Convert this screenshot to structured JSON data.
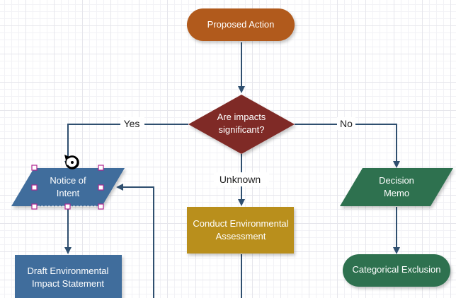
{
  "colors": {
    "start_end_brown": "#b15a1b",
    "decision_red": "#7f2b27",
    "process_blue": "#3f6d9c",
    "process_gold": "#b98f1c",
    "decision_green": "#2e7150",
    "connector": "#2f4f6f",
    "selection_handle": "#b0268f"
  },
  "nodes": {
    "proposed_action": "Proposed Action",
    "decision_q1": "Are impacts",
    "decision_q2": "significant?",
    "notice_l1": "Notice of",
    "notice_l2": "Intent",
    "draft_l1": "Draft Environmental",
    "draft_l2": "Impact Statement",
    "conduct_l1": "Conduct Environmental",
    "conduct_l2": "Assessment",
    "memo_l1": "Decision",
    "memo_l2": "Memo",
    "categorical": "Categorical Exclusion"
  },
  "edges": {
    "yes": "Yes",
    "no": "No",
    "unknown": "Unknown"
  },
  "icons": {
    "rotate_handle": "rotate-icon"
  }
}
